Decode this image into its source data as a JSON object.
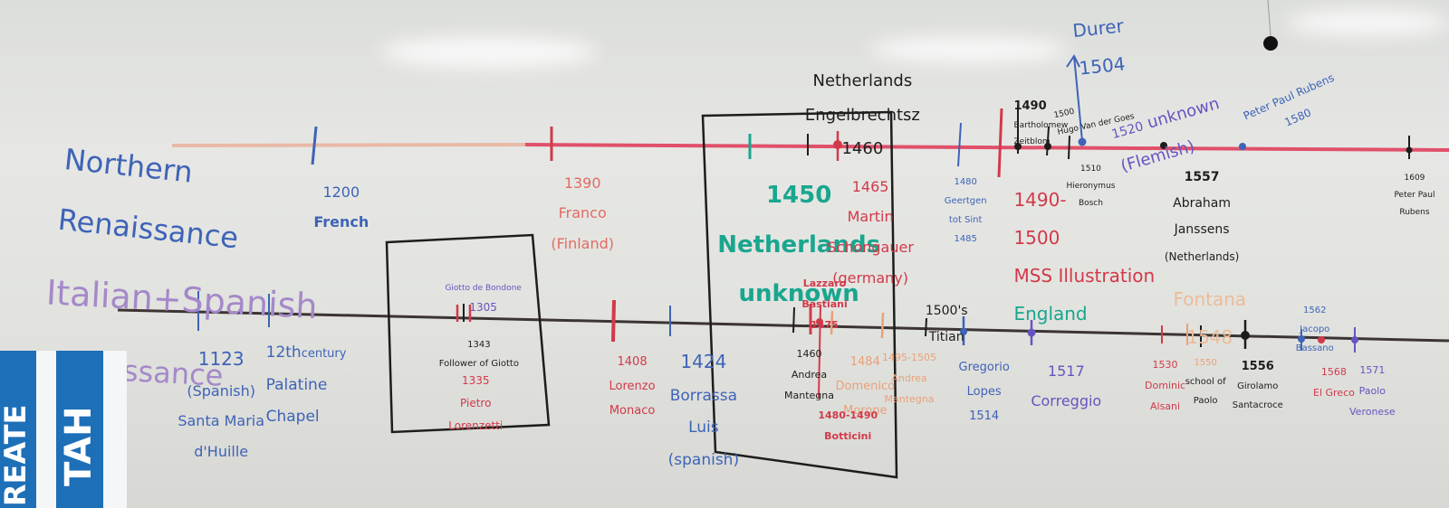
{
  "colors": {
    "northern_line": "#e0506a",
    "italian_line": "#3b3433",
    "blue_ink": "#3e63b7",
    "red_ink": "#d2394a",
    "teal_ink": "#19a68f",
    "black_ink": "#1e1d1d",
    "purple_ink": "#6a52c0",
    "orange_ink": "#e9a17a",
    "sign_blue": "#1d6fb7"
  },
  "northern": {
    "title_line1": "Northern",
    "title_line2": "Renaissance",
    "labels": {
      "n1200_year": "1200",
      "n1200_name": "French",
      "n1390_year": "1390",
      "n1390_name": "Franco",
      "n1390_place": "(Finland)",
      "n1450_year": "1450",
      "n1450_name": "Netherlands",
      "n1450_artist": "unknown",
      "n1460_place": "Netherlands",
      "n1460_name": "Engelbrechtsz",
      "n1460_year": "1460",
      "n1465_year": "1465",
      "n1465_name": "Martin",
      "n1465_name2": "Schongauer",
      "n1465_place": "(germany)",
      "n1480_a": "1480",
      "n1480_b": "Geertgen",
      "n1480_c": "tot Sint",
      "n1480_d": "1485",
      "n1490_year": "1490",
      "n1490_range": "1490-",
      "n1490_end": "1500",
      "n1490_name": "MSS Illustration",
      "n1490_place": "England",
      "n1490_side": "Bartholomew",
      "n1490_side2": "Zeitblom",
      "n1500_year": "1500",
      "n1500_name": "Hugo Van der Goes",
      "n1510_year": "1510",
      "n1510_name": "Hieronymus",
      "n1510_name2": "Bosch",
      "n1504_name": "Durer",
      "n1504_year": "1504",
      "n1520_year": "1520",
      "n1520_name": "unknown",
      "n1520_place": "(Flemish)",
      "n1557_year": "1557",
      "n1557_name": "Abraham",
      "n1557_name2": "Janssens",
      "n1557_place": "(Netherlands)",
      "n1580_name": "Peter Paul Rubens",
      "n1580_year": "1580",
      "n1609_year": "1609",
      "n1609_name": "Peter Paul",
      "n1609_name2": "Rubens"
    }
  },
  "italian": {
    "title_line1": "Italian+Spanish",
    "title_line2": "Renaissance",
    "labels": {
      "i1123_year": "1123",
      "i1123_a": "(Spanish)",
      "i1123_b": "Santa Maria",
      "i1123_c": "d'Huille",
      "i12c_a": "12th",
      "i12c_b": "century",
      "i12c_c": "Palatine",
      "i12c_d": "Chapel",
      "i1305_name": "Giotto de Bondone",
      "i1305_year": "1305",
      "i1343_year": "1343",
      "i1343_name": "Follower of Giotto",
      "i1335_year": "1335",
      "i1335_name": "Pietro",
      "i1335_name2": "Lorenzetti",
      "i1408_year": "1408",
      "i1408_name": "Lorenzo",
      "i1408_name2": "Monaco",
      "i1424_year": "1424",
      "i1424_name": "Borrassa",
      "i1424_name2": "Luis",
      "i1424_place": "(spanish)",
      "i1475_name": "Lazzaro",
      "i1475_name2": "Bastiani",
      "i1475_year": "1475",
      "i1460_year": "1460",
      "i1460_name": "Andrea",
      "i1460_name2": "Mantegna",
      "i1484_year": "1484",
      "i1484_name": "Domenico",
      "i1484_name2": "Morone",
      "i1495_year": "1495-1505",
      "i1495_name": "Andrea",
      "i1495_name2": "Mantegna",
      "i1480_year": "1480-1490",
      "i1480_name": "Botticini",
      "i1500_year": "1500's",
      "i1500_name": "Titian",
      "i1514_name": "Gregorio",
      "i1514_name2": "Lopes",
      "i1514_year": "1514",
      "i1517_year": "1517",
      "i1517_name": "Correggio",
      "i1548_name": "Fontana",
      "i1548_year": "1548",
      "i1530_year": "1530",
      "i1530_name": "Dominic",
      "i1530_name2": "Alsani",
      "i1550_year": "1550",
      "i1550_name": "school of",
      "i1550_name2": "Paolo",
      "i1556_year": "1556",
      "i1556_name": "Girolamo",
      "i1556_name2": "Santacroce",
      "i1562_year": "1562",
      "i1562_name": "Jacopo",
      "i1562_name2": "Bassano",
      "i1568_year": "1568",
      "i1568_name": "El Greco",
      "i1571_year": "1571",
      "i1571_name": "Paolo",
      "i1571_name2": "Veronese"
    }
  },
  "sign": {
    "line1": "REATE",
    "line2": "TAH"
  }
}
